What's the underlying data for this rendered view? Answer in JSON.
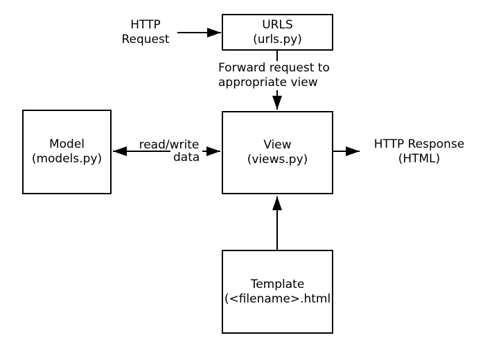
{
  "colors": {
    "background": "#ffffff",
    "stroke": "#000000",
    "text": "#000000"
  },
  "nodes": {
    "urls": {
      "title": "URLS",
      "subtitle": "(urls.py)"
    },
    "model": {
      "title": "Model",
      "subtitle": "(models.py)"
    },
    "view": {
      "title": "View",
      "subtitle": "(views.py)"
    },
    "template": {
      "title": "Template",
      "subtitle": "(<filename>.html"
    }
  },
  "labels": {
    "http_request": {
      "line1": "HTTP",
      "line2": "Request"
    },
    "forward": {
      "line1": "Forward request to",
      "line2": "appropriate view"
    },
    "read_write": {
      "line1": "read/write",
      "line2": "data"
    },
    "http_response": {
      "line1": "HTTP Response",
      "line2": "(HTML)"
    }
  }
}
